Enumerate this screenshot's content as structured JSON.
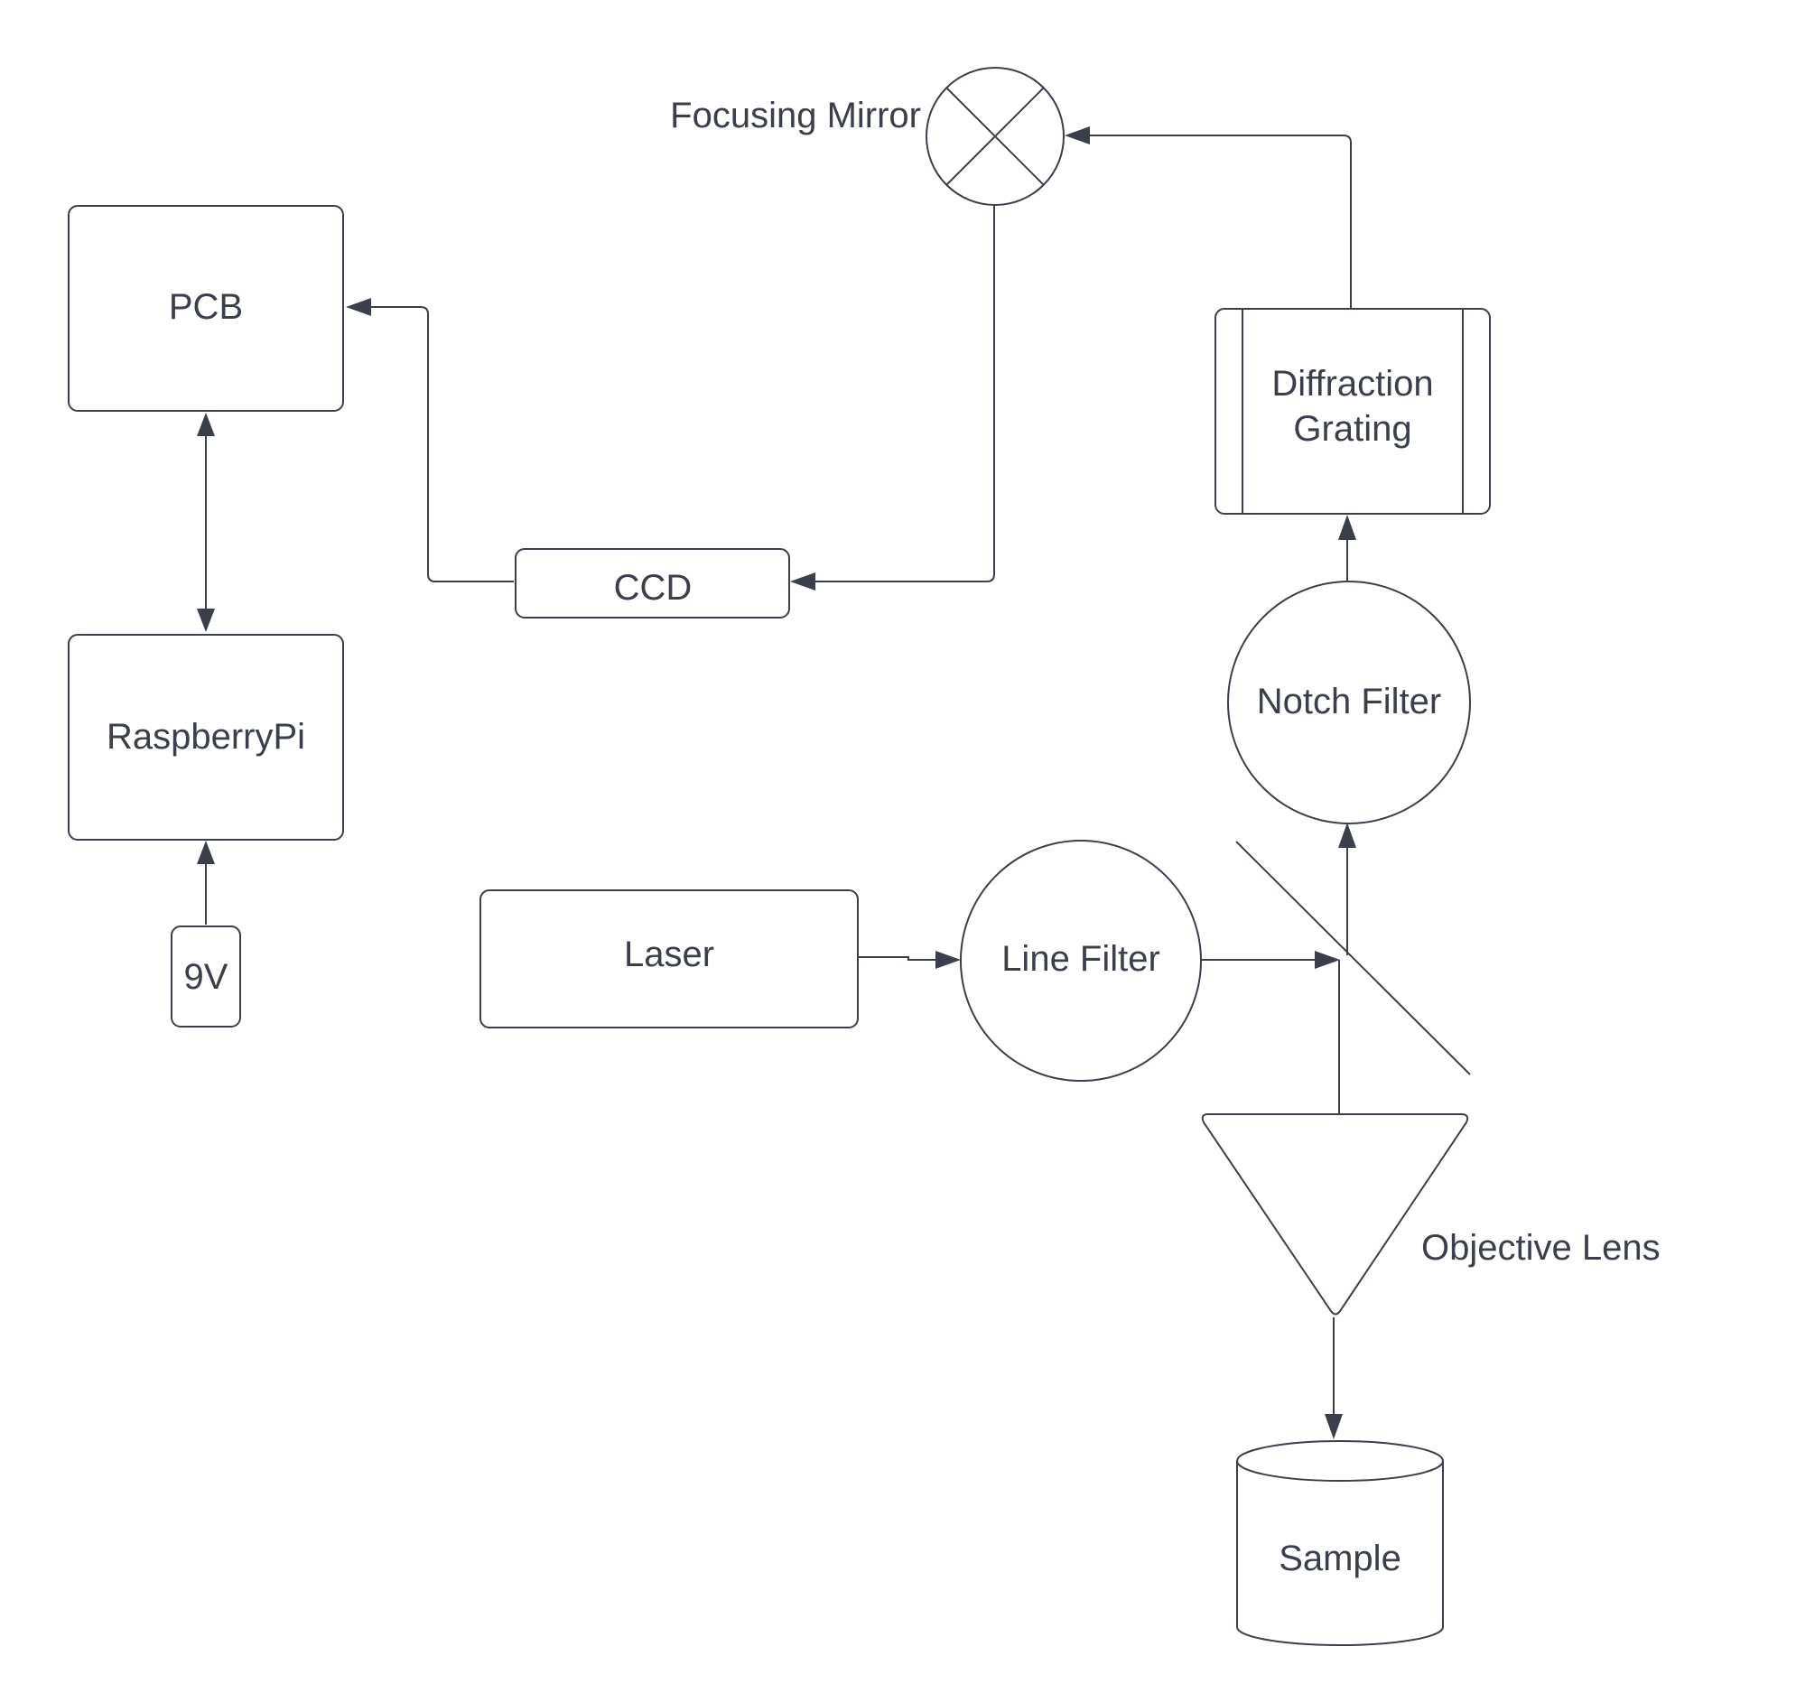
{
  "colors": {
    "stroke": "#3a3f4b",
    "text": "#3a3f4b",
    "background": "#ffffff"
  },
  "nodes": {
    "pcb": "PCB",
    "raspberry_pi": "RaspberryPi",
    "battery": "9V",
    "ccd": "CCD",
    "focusing_mirror": "Focusing Mirror",
    "diffraction_grating_line1": "Diffraction",
    "diffraction_grating_line2": "Grating",
    "notch_filter": "Notch Filter",
    "laser": "Laser",
    "line_filter": "Line Filter",
    "objective_lens": "Objective Lens",
    "sample": "Sample"
  }
}
